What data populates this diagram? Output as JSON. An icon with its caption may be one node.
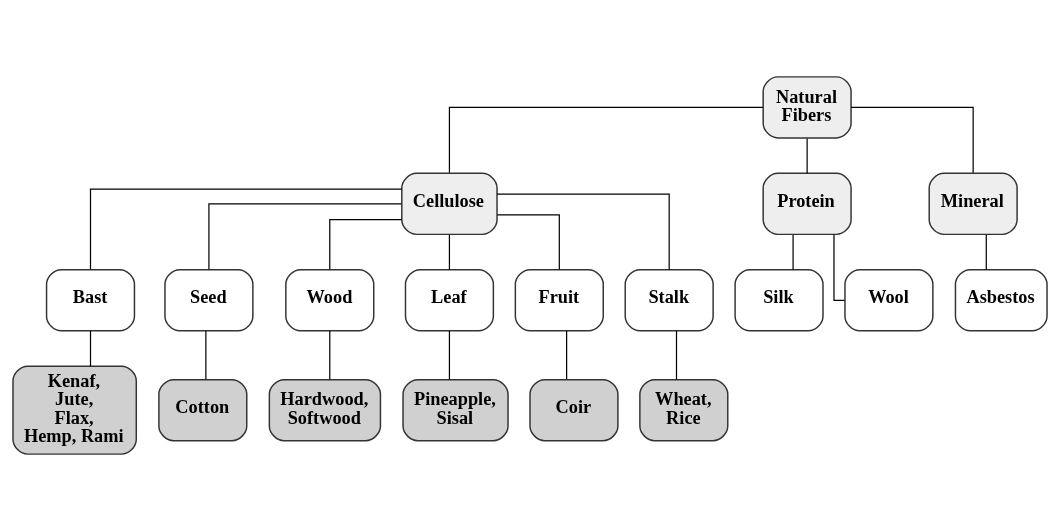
{
  "diagram": {
    "nodes": [
      {
        "text": [
          "Natural Fibers"
        ]
      },
      {
        "text": [
          "Cellulose"
        ]
      },
      {
        "text": [
          "Protein"
        ]
      },
      {
        "text": [
          "Mineral"
        ]
      },
      {
        "text": [
          "Bast"
        ]
      },
      {
        "text": [
          "Seed"
        ]
      },
      {
        "text": [
          "Wood"
        ]
      },
      {
        "text": [
          "Leaf"
        ]
      },
      {
        "text": [
          "Fruit"
        ]
      },
      {
        "text": [
          "Stalk"
        ]
      },
      {
        "text": [
          "Silk"
        ]
      },
      {
        "text": [
          "Wool"
        ]
      },
      {
        "text": [
          "Asbestos"
        ]
      },
      {
        "text": [
          "Kenaf, Jute, Flax, Hemp, Rami"
        ]
      },
      {
        "text": [
          "Cotton"
        ]
      },
      {
        "text": [
          "Hardwood, Softwood"
        ]
      },
      {
        "text": [
          "Pineapple, Sisal"
        ]
      },
      {
        "text": [
          "Coir"
        ]
      },
      {
        "text": [
          "Wheat, Rice"
        ]
      }
    ],
    "edges": [
      {
        "from": 0,
        "to": 1,
        "arrow": "none"
      },
      {
        "from": 0,
        "to": 2,
        "arrow": "none"
      },
      {
        "from": 0,
        "to": 3,
        "arrow": "none"
      },
      {
        "from": 1,
        "to": 4,
        "arrow": "none"
      },
      {
        "from": 1,
        "to": 5,
        "arrow": "none"
      },
      {
        "from": 1,
        "to": 6,
        "arrow": "none"
      },
      {
        "from": 1,
        "to": 7,
        "arrow": "none"
      },
      {
        "from": 1,
        "to": 8,
        "arrow": "none"
      },
      {
        "from": 1,
        "to": 9,
        "arrow": "none"
      },
      {
        "from": 2,
        "to": 10,
        "arrow": "none"
      },
      {
        "from": 2,
        "to": 11,
        "arrow": "none"
      },
      {
        "from": 3,
        "to": 12,
        "arrow": "none"
      },
      {
        "from": 4,
        "to": 13,
        "arrow": "none"
      },
      {
        "from": 5,
        "to": 14,
        "arrow": "none"
      },
      {
        "from": 6,
        "to": 15,
        "arrow": "none"
      },
      {
        "from": 7,
        "to": 16,
        "arrow": "none"
      },
      {
        "from": 8,
        "to": 17,
        "arrow": "none"
      },
      {
        "from": 9,
        "to": 18,
        "arrow": "none"
      }
    ]
  }
}
